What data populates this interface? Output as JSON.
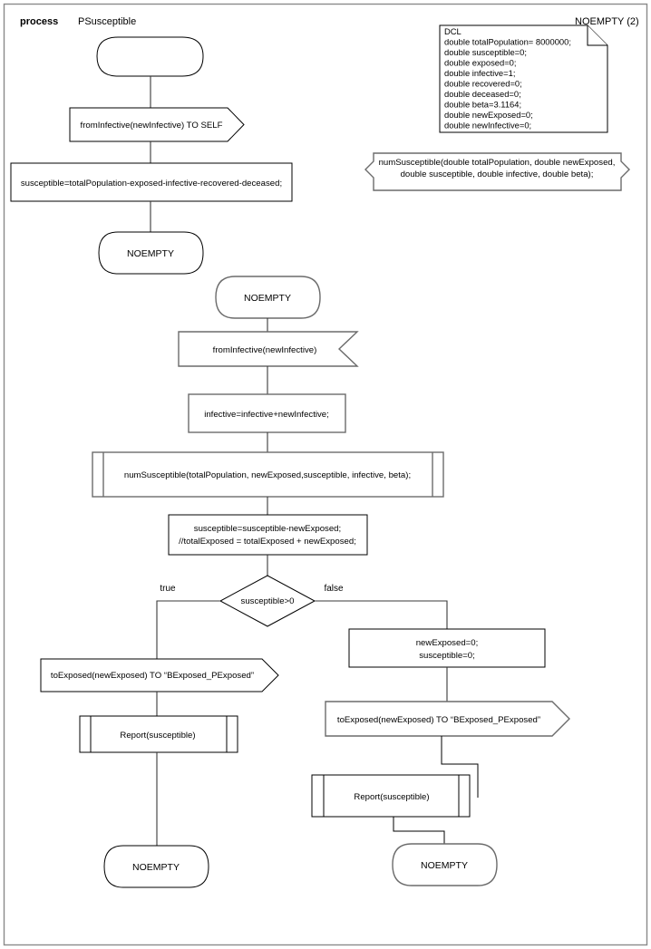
{
  "page": {
    "header_keyword": "process",
    "header_name": "PSusceptible",
    "page_ref": "NOEMPTY (2)"
  },
  "note": {
    "title": "DCL",
    "lines": [
      "double totalPopulation= 8000000;",
      "double susceptible=0;",
      "double exposed=0;",
      "double infective=1;",
      "double recovered=0;",
      "double deceased=0;",
      "double beta=3.1164;",
      "double newExposed=0;",
      "double newInfective=0;"
    ]
  },
  "procedure_decl": {
    "line1": "numSusceptible(double totalPopulation, double newExposed,",
    "line2": "double susceptible, double infective, double beta);"
  },
  "flow": {
    "start_state": "",
    "input_self": "fromInfective(newInfective) TO SELF",
    "task_susceptible": "susceptible=totalPopulation-exposed-infective-recovered-deceased;",
    "state_1": "NOEMPTY",
    "state_2": "NOEMPTY",
    "input_from_infective": "fromInfective(newInfective)",
    "task_infective": "infective=infective+newInfective;",
    "call_num_susceptible": "numSusceptible(totalPopulation, newExposed,susceptible, infective, beta);",
    "task_exposed_line1": "susceptible=susceptible-newExposed;",
    "task_exposed_line2": "//totalExposed = totalExposed + newExposed;",
    "decision": "susceptible>0",
    "branch_true": "true",
    "branch_false": "false"
  },
  "true_branch": {
    "output": "toExposed(newExposed) TO “BExposed_PExposed”",
    "report": "Report(susceptible)",
    "next_state": "NOEMPTY"
  },
  "false_branch": {
    "task_line1": "newExposed=0;",
    "task_line2": "susceptible=0;",
    "output": "toExposed(newExposed) TO “BExposed_PExposed”",
    "report": "Report(susceptible)",
    "next_state": "NOEMPTY"
  },
  "colors": {
    "shape_stroke": "#000000",
    "shape_stroke_gray": "#6b6b6b",
    "connector": "#3a3a3a",
    "frame": "#8a8a8a",
    "background": "#ffffff"
  }
}
